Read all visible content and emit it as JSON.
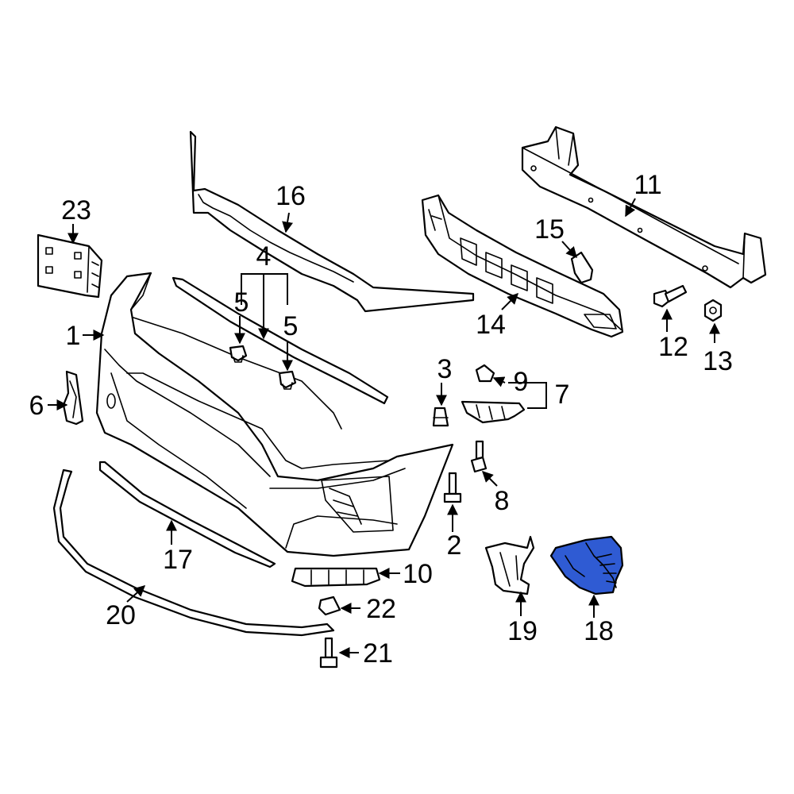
{
  "highlight_color": "#2f5bd3",
  "outline_color": "#000000",
  "callouts": {
    "c1": "1",
    "c2": "2",
    "c3": "3",
    "c4": "4",
    "c5a": "5",
    "c5b": "5",
    "c6": "6",
    "c7": "7",
    "c8": "8",
    "c9": "9",
    "c10": "10",
    "c11": "11",
    "c12": "12",
    "c13": "13",
    "c14": "14",
    "c15": "15",
    "c16": "16",
    "c17": "17",
    "c18": "18",
    "c19": "19",
    "c20": "20",
    "c21": "21",
    "c22": "22",
    "c23": "23"
  }
}
